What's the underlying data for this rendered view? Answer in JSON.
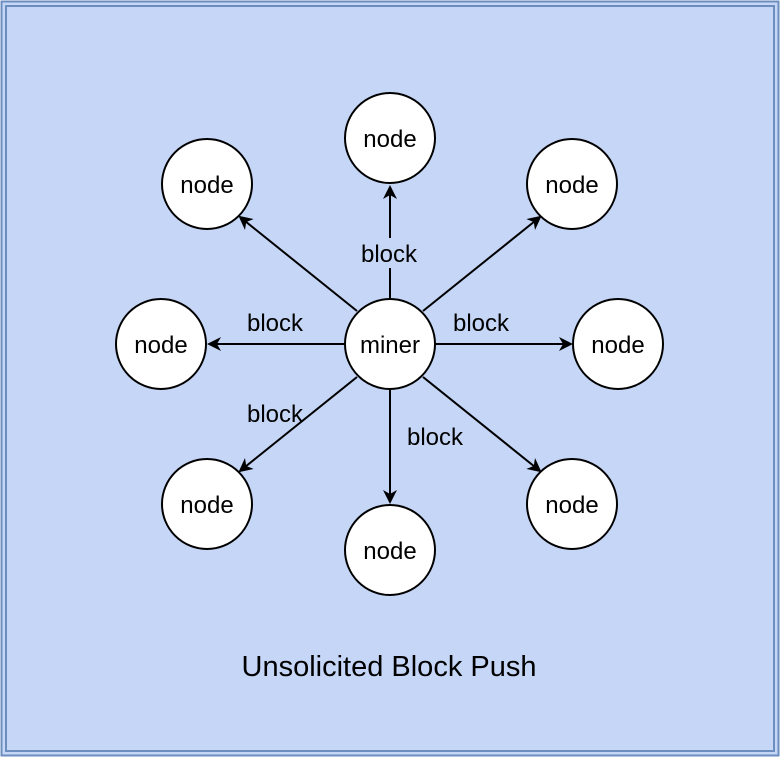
{
  "colors": {
    "background": "#c5d6f6",
    "frame": "#6c8ebf",
    "node_fill": "#ffffff",
    "stroke": "#000000"
  },
  "center_node": {
    "label": "miner"
  },
  "peer_nodes": [
    {
      "label": "node"
    },
    {
      "label": "node"
    },
    {
      "label": "node"
    },
    {
      "label": "node"
    },
    {
      "label": "node"
    },
    {
      "label": "node"
    },
    {
      "label": "node"
    },
    {
      "label": "node"
    }
  ],
  "edge_label": "block",
  "caption": "Unsolicited Block Push"
}
